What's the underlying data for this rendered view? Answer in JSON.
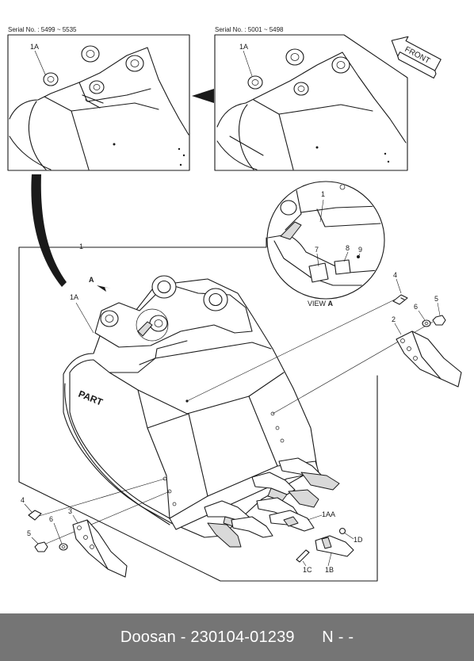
{
  "insets": {
    "left_serial": "Serial No. : 5499 ~ 5535",
    "right_serial": "Serial No. : 5001 ~ 5498",
    "left_label": "1A",
    "right_label": "1A"
  },
  "front_arrow_label": "FRONT",
  "view_detail": {
    "title": "VIEW ",
    "title_letter": "A",
    "labels": {
      "bucket": "1",
      "part7": "7",
      "part8": "8",
      "part9": "9"
    }
  },
  "main": {
    "bucket_label": "1",
    "assembly_label": "1A",
    "view_marker": "A",
    "brand_text": "PART"
  },
  "callouts": {
    "right_bolt": "4",
    "right_nut": "5",
    "right_washer": "6",
    "right_cutter": "2",
    "left_bolt": "4",
    "left_nut": "5",
    "left_washer": "6",
    "left_cutter": "3",
    "tooth_adapter": "1AA",
    "tooth_pin_lock": "1D",
    "tooth_pin": "1C",
    "tooth_point": "1B"
  },
  "footer": {
    "brand": "Doosan",
    "separator": " - ",
    "part_number": "230104-01239",
    "suffix": "N - -"
  },
  "colors": {
    "footer_bg": "#757575",
    "footer_text": "#ffffff",
    "line": "#1a1a1a",
    "shade": "#d9d9d9"
  }
}
